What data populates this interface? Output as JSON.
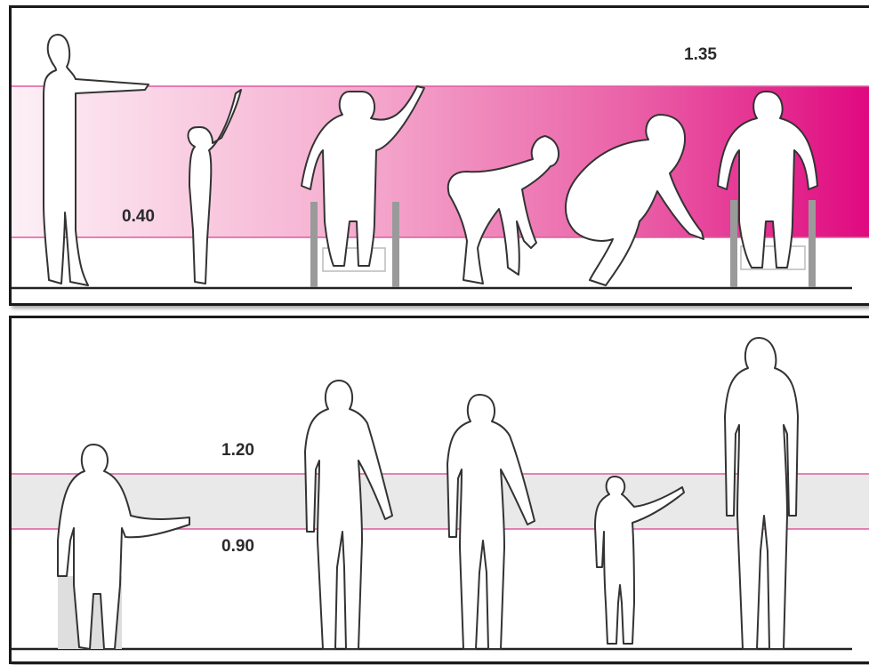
{
  "top_panel": {
    "label_upper": "1.35",
    "label_lower": "0.40",
    "band_color_light": "#fbe6f1",
    "band_color_dark": "#e0007a",
    "line_color": "#e05aa0"
  },
  "bottom_panel": {
    "label_upper": "1.20",
    "label_lower": "0.90",
    "band_color": "#e9e9e9",
    "line_color": "#e05aa0"
  }
}
